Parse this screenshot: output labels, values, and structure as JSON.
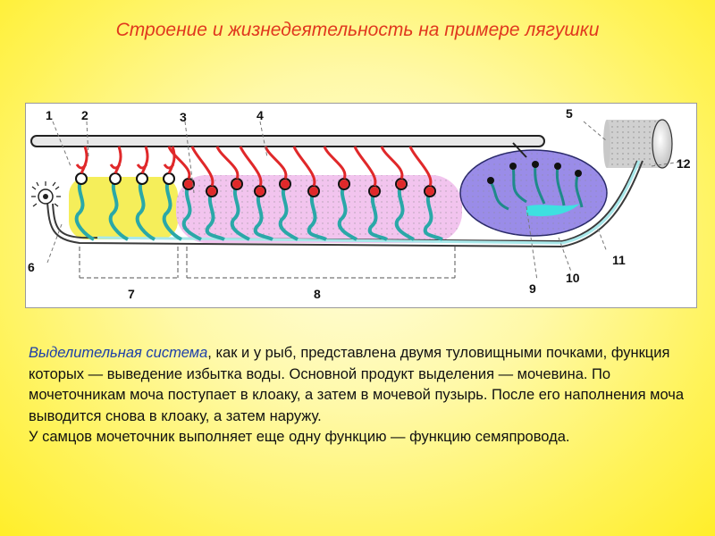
{
  "title": "Строение и жизнедеятельность на примере лягушки",
  "diagram": {
    "labels": [
      "1",
      "2",
      "3",
      "4",
      "5",
      "6",
      "7",
      "8",
      "9",
      "10",
      "11",
      "12"
    ],
    "colors": {
      "anterior_kidney": "#f5ee5a",
      "posterior_kidney": "#f2c4ee",
      "bladder": "#9a8ce8",
      "tubule": "#2aa8a8",
      "vessel": "#e0282a",
      "duct": "#3a3a3a"
    }
  },
  "text": {
    "p1_accent": "Выделительная система",
    "p1_rest": ", как и у рыб, представлена двумя туловищными почками, функция которых — выведение избытка воды. Основной продукт выделения — мочевина. По мочеточникам моча поступает в клоаку, а затем в мочевой пузырь. После его наполнения моча выводится снова в клоаку, а затем наружу.",
    "p2": "У самцов мочеточник выполняет еще одну функцию — функцию семяпровода."
  }
}
